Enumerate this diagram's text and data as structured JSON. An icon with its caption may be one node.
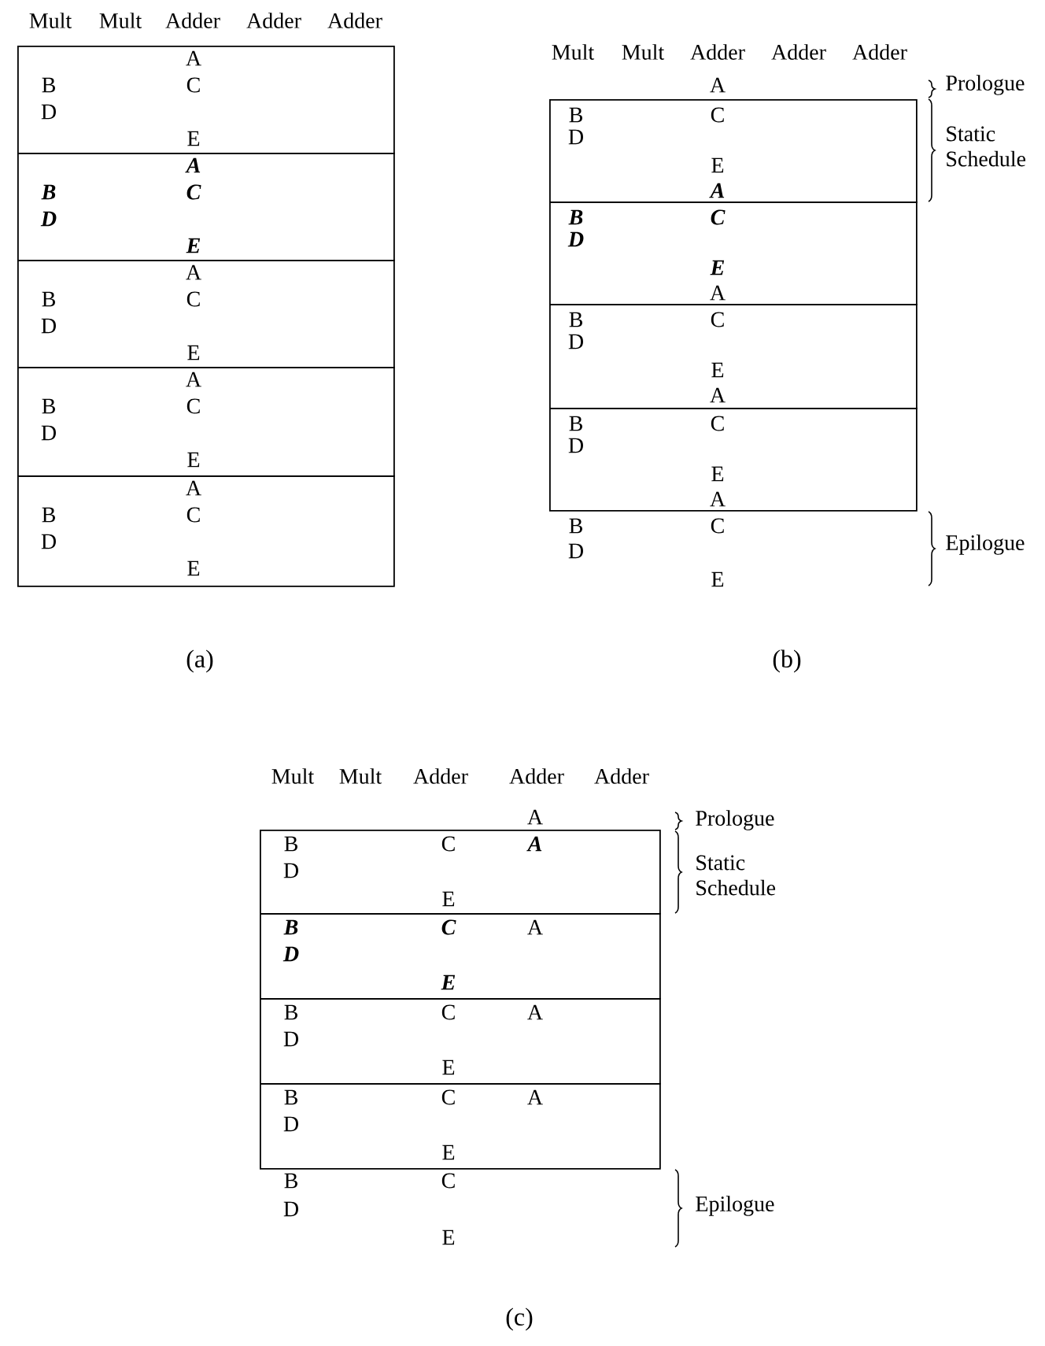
{
  "diagram": {
    "nodes": [
      {
        "text": [
          "A",
          "B",
          "C",
          "D",
          "E"
        ]
      },
      {
        "text": [
          "A",
          "B",
          "C",
          "D",
          "E"
        ]
      },
      {
        "text": [
          "A",
          "B",
          "C",
          "D",
          "E"
        ]
      },
      {
        "text": [
          "A",
          "B",
          "C",
          "D",
          "E"
        ]
      },
      {
        "text": [
          "A",
          "B",
          "C",
          "D",
          "E"
        ]
      },
      {
        "text": [
          "B",
          "C",
          "D",
          "E",
          "A"
        ]
      },
      {
        "text": [
          "B",
          "C",
          "D",
          "E",
          "A"
        ]
      },
      {
        "text": [
          "B",
          "C",
          "D",
          "E",
          "A"
        ]
      },
      {
        "text": [
          "B",
          "C",
          "D",
          "E",
          "A"
        ]
      },
      {
        "text": [
          "B",
          "C",
          "A",
          "D",
          "E"
        ]
      },
      {
        "text": [
          "B",
          "C",
          "A",
          "D",
          "E"
        ]
      },
      {
        "text": [
          "B",
          "C",
          "A",
          "D",
          "E"
        ]
      },
      {
        "text": [
          "B",
          "C",
          "A",
          "D",
          "E"
        ]
      }
    ],
    "labels": [
      "Mult",
      "Mult",
      "Adder",
      "Adder",
      "Adder",
      "Mult",
      "Mult",
      "Adder",
      "Adder",
      "Adder",
      "A",
      "Prologue",
      "Static Schedule",
      "B",
      "C",
      "D",
      "E",
      "Epilogue",
      "(a)",
      "(b)",
      "Mult",
      "Mult",
      "Adder",
      "Adder",
      "Adder",
      "A",
      "Prologue",
      "Static Schedule",
      "B",
      "C",
      "D",
      "E",
      "Epilogue",
      "(c)"
    ]
  }
}
